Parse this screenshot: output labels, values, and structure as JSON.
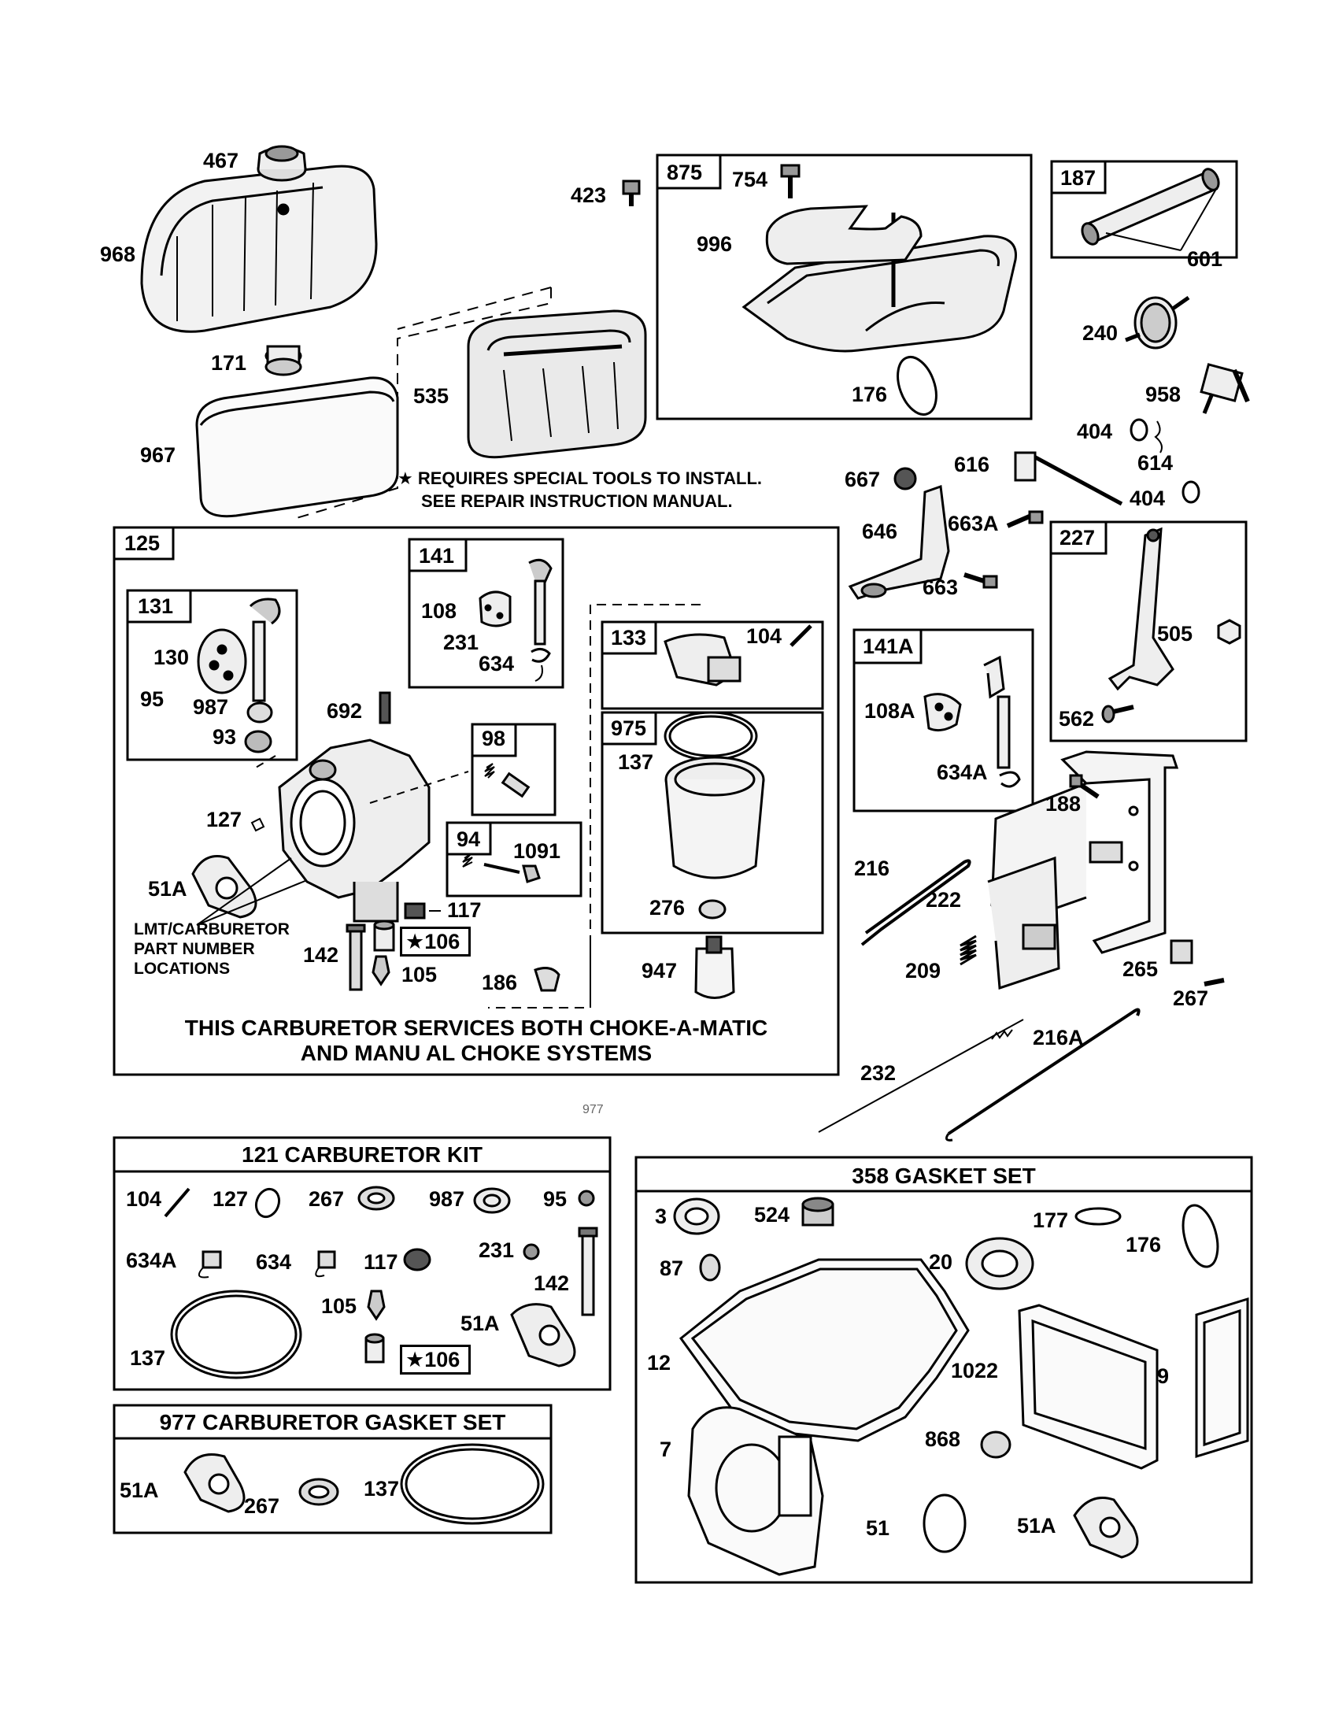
{
  "special_tools_note": {
    "line1": "★ REQUIRES SPECIAL TOOLS TO INSTALL.",
    "line2": "SEE REPAIR INSTRUCTION MANUAL."
  },
  "carburetor_caption": {
    "line1": "THIS CARBURETOR SERVICES BOTH CHOKE-A-MATIC",
    "line2": "AND MANU AL CHOKE SYSTEMS"
  },
  "lmt_note": {
    "line1": "LMT/CARBURETOR",
    "line2": "PART NUMBER",
    "line3": "LOCATIONS"
  },
  "kit_headers": {
    "carb_kit": "121 CARBURETOR KIT",
    "carb_gasket_set": "977 CARBURETOR GASKET SET",
    "gasket_set": "358 GASKET SET"
  },
  "box_tags": {
    "b875": "875",
    "b187": "187",
    "b125": "125",
    "b141": "141",
    "b131": "131",
    "b133": "133",
    "b975": "975",
    "b98": "98",
    "b94": "94",
    "b141a": "141A",
    "b227": "227"
  },
  "labels": {
    "p467": "467",
    "p968": "968",
    "p171": "171",
    "p967": "967",
    "p535": "535",
    "p423": "423",
    "p754": "754",
    "p996": "996",
    "p176a": "176",
    "p601": "601",
    "p240": "240",
    "p958": "958",
    "p404a": "404",
    "p614": "614",
    "p404b": "404",
    "p616": "616",
    "p667": "667",
    "p646": "646",
    "p663a": "663A",
    "p663": "663",
    "p505": "505",
    "p562": "562",
    "p188": "188",
    "p216": "216",
    "p222": "222",
    "p209": "209",
    "p265": "265",
    "p267a": "267",
    "p232": "232",
    "p216a": "216A",
    "p108a": "108A",
    "p634a_a": "634A",
    "p108": "108",
    "p231a": "231",
    "p634a": "634",
    "p130": "130",
    "p95a": "95",
    "p987a": "987",
    "p93": "93",
    "p692": "692",
    "p127a": "127",
    "p51a_a": "51A",
    "p1091": "1091",
    "p117a": "117",
    "p106a": "★106",
    "p142a": "142",
    "p105a": "105",
    "p186": "186",
    "p104a": "104",
    "p137a": "137",
    "p276": "276",
    "p947": "947",
    "k104": "104",
    "k127": "127",
    "k267": "267",
    "k987": "987",
    "k95": "95",
    "k634a": "634A",
    "k634": "634",
    "k117": "117",
    "k231": "231",
    "k142": "142",
    "k105": "105",
    "k51a": "51A",
    "k137": "137",
    "k106": "★106",
    "g51a": "51A",
    "g267": "267",
    "g137": "137",
    "s3": "3",
    "s524": "524",
    "s177": "177",
    "s176": "176",
    "s87": "87",
    "s20": "20",
    "s12": "12",
    "s1022": "1022",
    "s9": "9",
    "s7": "7",
    "s868": "868",
    "s51": "51",
    "s51a": "51A",
    "faint977": "977"
  }
}
